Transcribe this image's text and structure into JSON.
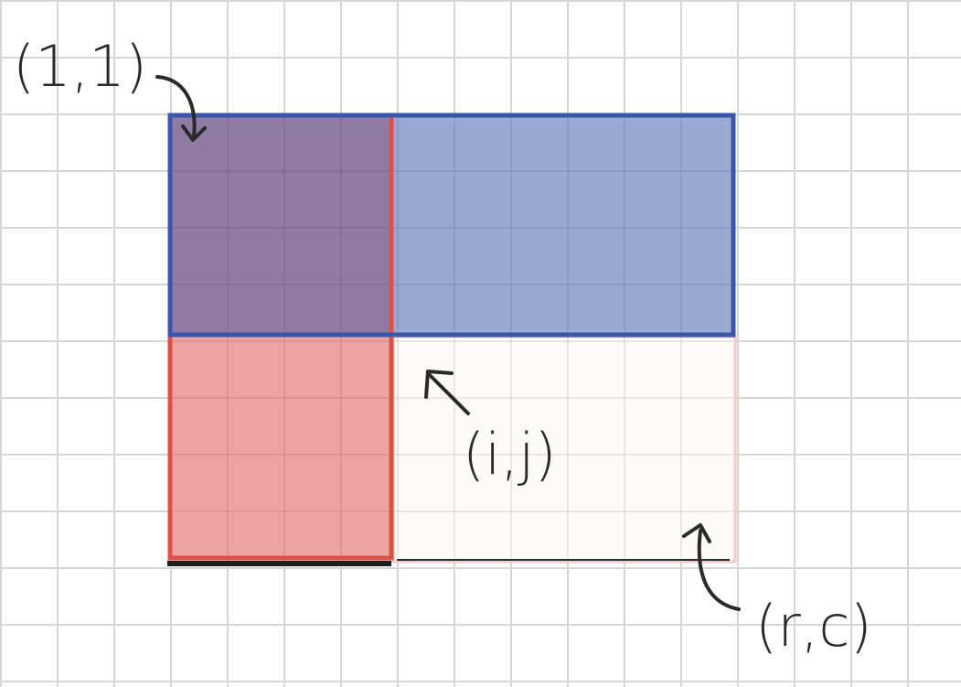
{
  "labels": {
    "top_left": "(1,1)",
    "middle": "(i,j)",
    "bottom_right": "(r,c)"
  },
  "colors": {
    "grid_line": "#d6d6d6",
    "blue_fill": "#98aad4",
    "blue_stroke": "#3a56a8",
    "red_fill": "#eea3a3",
    "red_stroke": "#dc5048",
    "overlap_fill": "#8f7ba4",
    "empty_fill": "#fcfbfa",
    "ink": "#2a2a2a"
  },
  "icons": {
    "arrows": [
      "arrow-icon",
      "arrow-icon",
      "arrow-icon"
    ]
  }
}
